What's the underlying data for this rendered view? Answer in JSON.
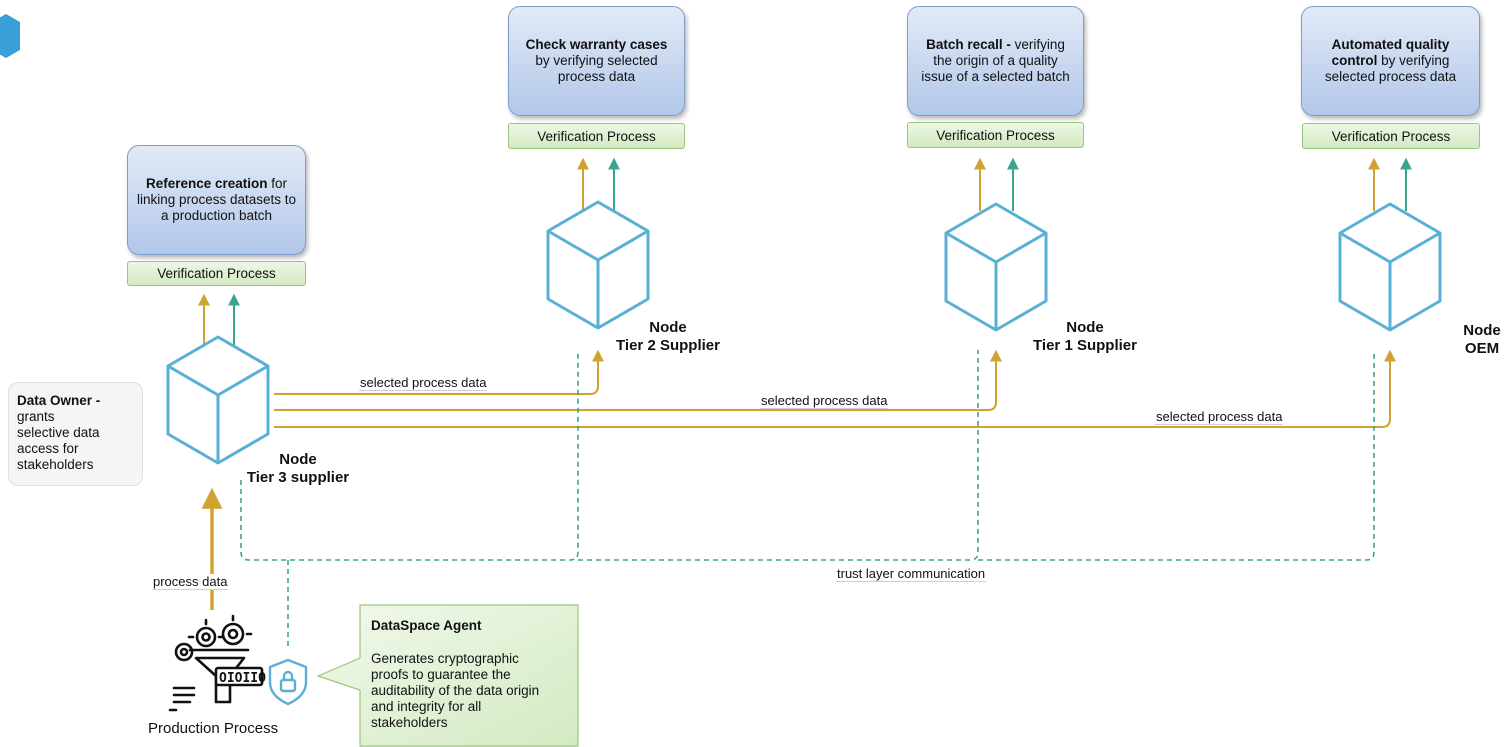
{
  "use_cases": {
    "tier3": {
      "bold": "Reference creation",
      "text": " for linking process datasets to a production batch"
    },
    "tier2": {
      "bold": "Check warranty cases",
      "text": " by verifying selected process data"
    },
    "tier1": {
      "bold": "Batch recall -",
      "text": " verifying the origin of a quality issue of a selected batch"
    },
    "oem": {
      "bold": "Automated quality control",
      "text": " by verifying selected process data"
    }
  },
  "verification_label": "Verification Process",
  "nodes": {
    "tier3": {
      "line1": "Node",
      "line2": "Tier 3 supplier"
    },
    "tier2": {
      "line1": "Node",
      "line2": "Tier 2 Supplier"
    },
    "tier1": {
      "line1": "Node",
      "line2": "Tier 1 Supplier"
    },
    "oem": {
      "line1": "Node",
      "line2": "OEM"
    }
  },
  "edges": {
    "selected_process_data": "selected process data",
    "process_data": "process data",
    "trust_layer": "trust layer communication"
  },
  "data_owner": {
    "bold": "Data Owner -",
    "text": "grants selective data access for stakeholders",
    "icon": "info-icon"
  },
  "production": {
    "label": "Production Process",
    "icon": "production-machine-icon"
  },
  "agent": {
    "title": "DataSpace Agent",
    "text": "Generates cryptographic proofs to guarantee the auditability of the data origin and integrity for all stakeholders",
    "icon": "shield-lock-icon"
  },
  "colors": {
    "data_flow": "#d0a232",
    "trust_flow": "#3aa58e",
    "node_stroke": "#5aafd7",
    "usecase_fill": "#b8cbec",
    "verification_fill": "#d6ebc6",
    "agent_fill": "#e3f1d8"
  }
}
